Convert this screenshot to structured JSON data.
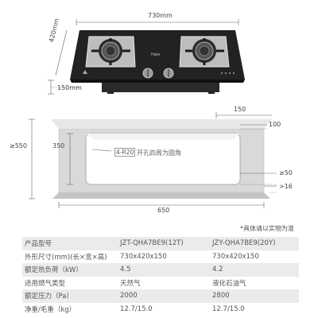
{
  "dimensions": {
    "top_width": "730mm",
    "side_depth": "420mm",
    "height": "150mm",
    "cutout_right_offset": "150",
    "cutout_top_offset": "100",
    "overall_depth": "≥550",
    "cutout_depth": "350",
    "cutout_width": "650",
    "bottom_margin": "≥50",
    "side_margin": ">16",
    "corner_radius": "4-R20",
    "corner_note": "开孔四周为圆角"
  },
  "brand_logo": "Haier",
  "note": "*具体请以实物为准",
  "table": {
    "rows": [
      [
        "产品型号",
        "JZT-QHA7BE9(12T)",
        "JZY-QHA7BE9(20Y)"
      ],
      [
        "外形尺寸(mm)(长×宽×高)",
        "730x420x150",
        "730x420x150"
      ],
      [
        "额定热负荷（kW）",
        "4.5",
        "4.2"
      ],
      [
        "适用燃气类型",
        "天然气",
        "液化石油气"
      ],
      [
        "额定压力（Pa）",
        "2000",
        "2800"
      ],
      [
        "净重/毛重（kg）",
        "12.7/15.0",
        "12.7/15.0"
      ]
    ]
  },
  "colors": {
    "glass": "#1e1e20",
    "countertop": "#d9d9d9",
    "table_shade": "#ebebeb"
  }
}
